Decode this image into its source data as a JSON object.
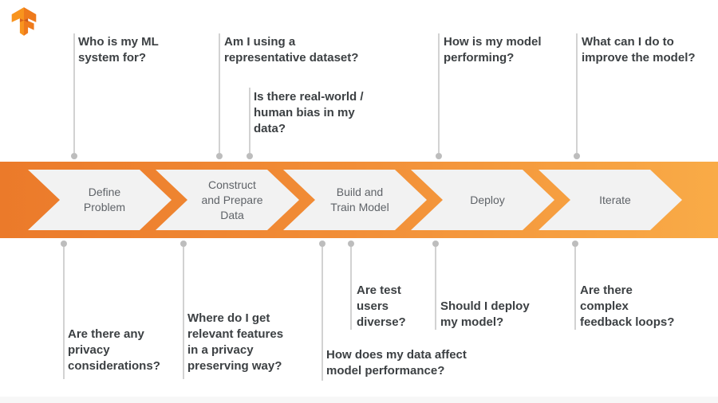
{
  "logo": {
    "name": "tensorflow-logo",
    "colors": {
      "light": "#f8941e",
      "dark": "#ee7a1c",
      "accent": "#d9641a"
    }
  },
  "banner": {
    "colors": {
      "gradient_left": "#eb7a2a",
      "gradient_right": "#f9ab47",
      "arrow_fill": "#f2f2f2",
      "label_color": "#5f6368"
    },
    "stages": [
      {
        "label": "Define\nProblem"
      },
      {
        "label": "Construct\nand Prepare\nData"
      },
      {
        "label": "Build and\nTrain Model"
      },
      {
        "label": "Deploy"
      },
      {
        "label": "Iterate"
      }
    ]
  },
  "questions_top": [
    {
      "id": "who-is-my-ml-system-for",
      "text": "Who is my ML\nsystem for?"
    },
    {
      "id": "am-i-using-representative-dataset",
      "text": "Am I using a\nrepresentative dataset?"
    },
    {
      "id": "is-there-real-world-human-bias",
      "text": "Is there real-world /\nhuman bias in my\ndata?"
    },
    {
      "id": "how-is-my-model-performing",
      "text": "How is my model\nperforming?"
    },
    {
      "id": "what-can-i-do-to-improve",
      "text": "What can I do to\nimprove the model?"
    }
  ],
  "questions_bottom": [
    {
      "id": "privacy-considerations",
      "text": "Are there any\nprivacy\nconsiderations?"
    },
    {
      "id": "relevant-features-privacy-preserving",
      "text": "Where do I get\nrelevant features\nin a privacy\npreserving way?"
    },
    {
      "id": "how-does-data-affect-performance",
      "text": "How does my data affect\nmodel performance?"
    },
    {
      "id": "are-test-users-diverse",
      "text": "Are test\nusers\ndiverse?"
    },
    {
      "id": "should-i-deploy",
      "text": "Should I deploy\nmy model?"
    },
    {
      "id": "complex-feedback-loops",
      "text": "Are there\ncomplex\nfeedback loops?"
    }
  ],
  "styles": {
    "question_text_color": "#3c4043",
    "connector_line_color": "#d2d2d2",
    "connector_dot_color": "#bdbdbd"
  }
}
